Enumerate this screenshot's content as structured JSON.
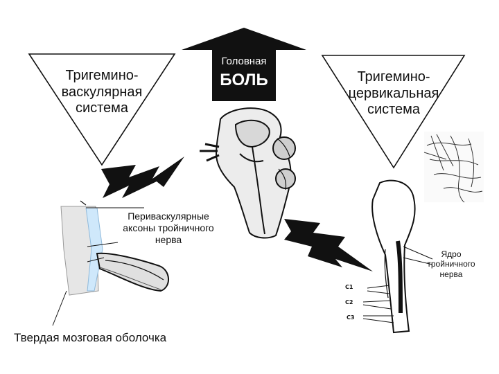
{
  "headache": {
    "line1": "Головная",
    "line2": "БОЛЬ"
  },
  "left_system": {
    "line1": "Тригемино-",
    "line2": "васкулярная",
    "line3": "система"
  },
  "right_system": {
    "line1": "Тригемино-",
    "line2": "цервикальная",
    "line3": "система"
  },
  "perivascular": {
    "line1": "Периваскулярные",
    "line2": "аксоны тройничного",
    "line3": "нерва"
  },
  "nucleus": {
    "line1": "Ядро",
    "line2": "тройничного",
    "line3": "нерва"
  },
  "dura": {
    "label": "Твердая мозговая оболочка"
  },
  "segments": [
    "C1",
    "C2",
    "C3"
  ],
  "colors": {
    "vessel_blue": "#cfe8fb",
    "ink": "#111111",
    "figure_fill": "#ededed"
  }
}
